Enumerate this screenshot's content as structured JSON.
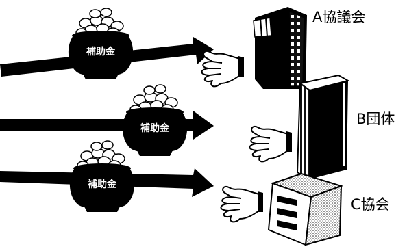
{
  "pot_label": "補助金",
  "flows": [
    {
      "label": "A協議会",
      "building": "tower"
    },
    {
      "label": "B団体",
      "building": "striped-block"
    },
    {
      "label": "C協会",
      "building": "dotted-block"
    }
  ]
}
